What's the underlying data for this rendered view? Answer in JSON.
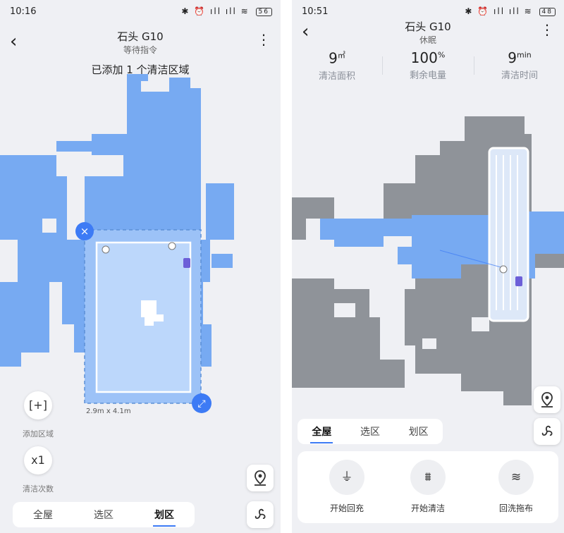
{
  "left": {
    "status": {
      "time": "10:16",
      "icons": "✱ ⏰ ıll ıll ≋",
      "battery": "56"
    },
    "nav": {
      "back": "‹",
      "title": "石头 G10",
      "subtitle": "等待指令",
      "more": "⋮"
    },
    "notice": "已添加 1 个清洁区域",
    "zone": {
      "dimensions": "2.9m x 4.1m",
      "delete_icon": "×",
      "resize_icon": "⤢"
    },
    "side_controls": {
      "add_zone": {
        "icon": "[+]",
        "label": "添加区域"
      },
      "clean_count": {
        "value": "x1",
        "label": "清洁次数"
      }
    },
    "tabs": [
      {
        "label": "全屋",
        "active": false
      },
      {
        "label": "选区",
        "active": false
      },
      {
        "label": "划区",
        "active": true
      }
    ]
  },
  "right": {
    "status": {
      "time": "10:51",
      "icons": "✱ ⏰ ıll ıll ≋",
      "battery": "48"
    },
    "nav": {
      "back": "‹",
      "title": "石头 G10",
      "subtitle": "休眠",
      "more": "⋮"
    },
    "stats": [
      {
        "value": "9",
        "unit": "㎡",
        "label": "清洁面积"
      },
      {
        "value": "100",
        "unit": "%",
        "label": "剩余电量"
      },
      {
        "value": "9",
        "unit": "min",
        "label": "清洁时间"
      }
    ],
    "tabs": [
      {
        "label": "全屋",
        "active": true
      },
      {
        "label": "选区",
        "active": false
      },
      {
        "label": "划区",
        "active": false
      }
    ],
    "actions": [
      {
        "icon": "⏚",
        "label": "开始回充"
      },
      {
        "icon": "⩩",
        "label": "开始清洁"
      },
      {
        "icon": "≋",
        "label": "回洗拖布"
      }
    ]
  },
  "colors": {
    "floor_blue": "#77aaf2",
    "floor_gray": "#8f9399",
    "accent": "#3d7bf5",
    "zone_fill": "#bcd7fb"
  }
}
